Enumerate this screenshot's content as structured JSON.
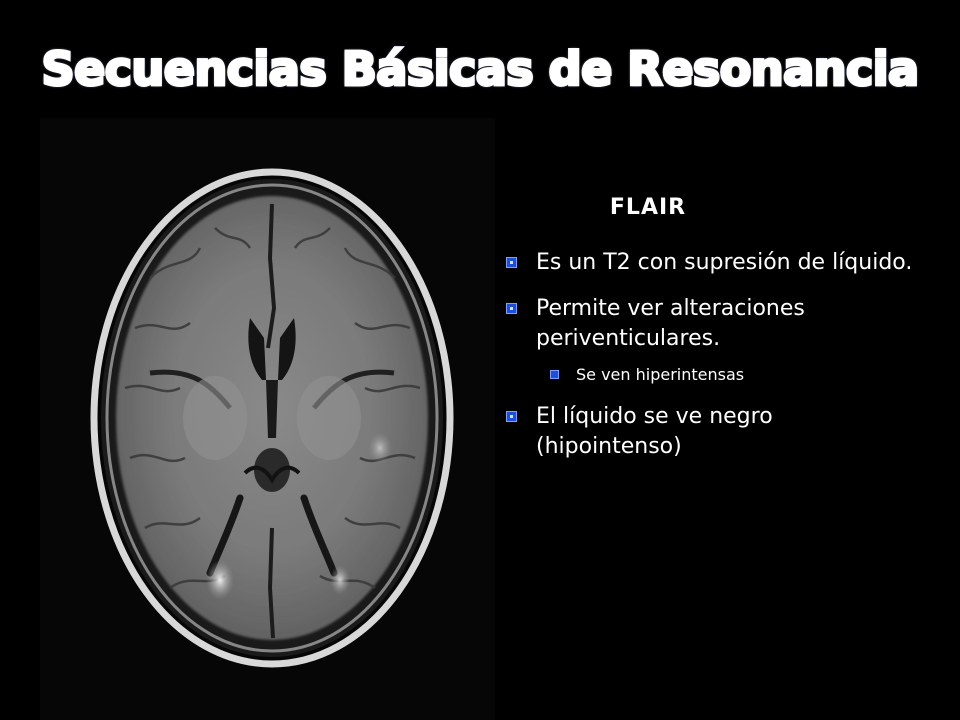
{
  "slide": {
    "title": "Secuencias Básicas de Resonancia",
    "heading": "FLAIR",
    "bullets": [
      {
        "text": "Es un T2 con supresión de líquido."
      },
      {
        "text": "Permite ver alteraciones periventiculares.",
        "sub": [
          "Se ven hiperintensas"
        ]
      },
      {
        "text": "El líquido se ve negro (hipointenso)"
      }
    ],
    "image": {
      "kind": "axial brain MRI, FLAIR"
    },
    "colors": {
      "background": "#000000",
      "title_fill": "#1c3fcf",
      "title_outline": "#ffffff",
      "bullet_marker": "#1e4fd8",
      "text": "#ffffff"
    }
  }
}
